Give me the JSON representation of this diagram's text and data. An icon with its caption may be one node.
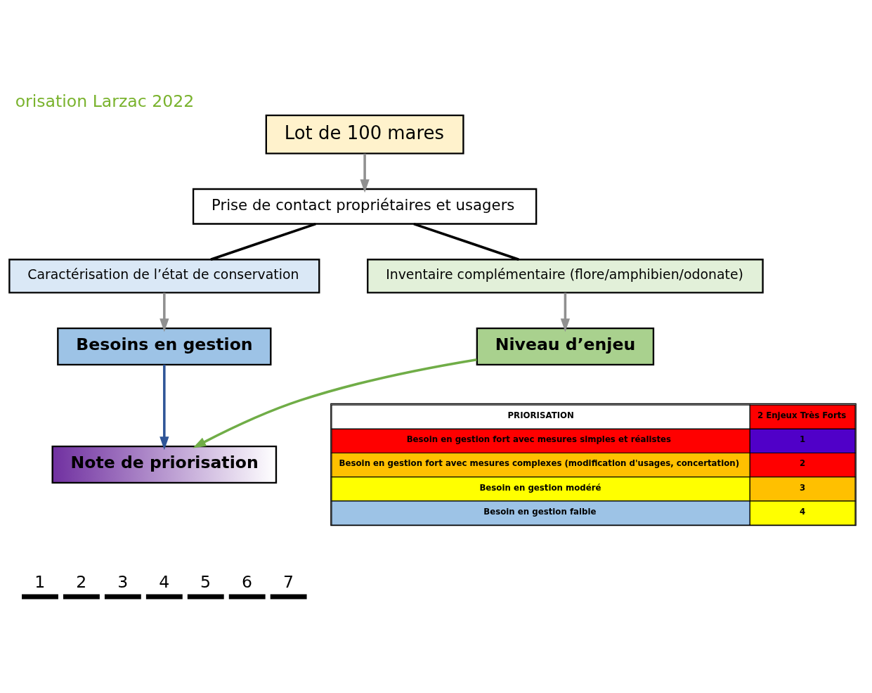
{
  "diagram": {
    "title": "orisation Larzac 2022",
    "nodes": [
      {
        "text": [
          "Lot de 100 mares"
        ]
      },
      {
        "text": [
          "Prise de contact propriétaires et usagers"
        ]
      },
      {
        "text": [
          "Caractérisation de l’état de conservation"
        ]
      },
      {
        "text": [
          "Inventaire complémentaire (flore/amphibien/odonate)"
        ]
      },
      {
        "text": [
          "Besoins en gestion"
        ]
      },
      {
        "text": [
          "Niveau d’enjeu"
        ]
      },
      {
        "text": [
          "Note de priorisation"
        ]
      }
    ],
    "edges": [
      {
        "from": 0,
        "to": 1,
        "arrow": "to",
        "color": "#909090"
      },
      {
        "from": 1,
        "to": 2,
        "arrow": "none",
        "color": "#000000"
      },
      {
        "from": 1,
        "to": 3,
        "arrow": "none",
        "color": "#000000"
      },
      {
        "from": 2,
        "to": 4,
        "arrow": "to",
        "color": "#909090"
      },
      {
        "from": 3,
        "to": 5,
        "arrow": "to",
        "color": "#909090"
      },
      {
        "from": 4,
        "to": 6,
        "arrow": "to",
        "color": "#2f5597"
      },
      {
        "from": 5,
        "to": 6,
        "arrow": "to",
        "color": "#70ad47"
      }
    ],
    "labels": [
      "1",
      "2",
      "3",
      "4",
      "5",
      "6",
      "7",
      "PRIORISATION",
      "2 Enjeux Très Forts",
      "Besoin en gestion fort avec mesures simples et réalistes",
      "1",
      "Besoin en gestion fort avec mesures complexes (modification d'usages, concertation)",
      "2",
      "Besoin en gestion modéré",
      "3",
      "Besoin en gestion faible",
      "4"
    ]
  }
}
